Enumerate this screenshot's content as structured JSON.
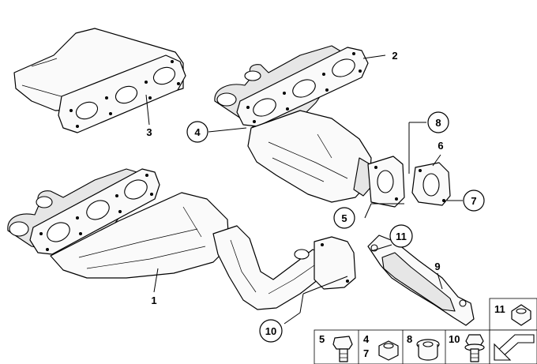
{
  "callouts": [
    {
      "id": "c1",
      "label": "1"
    },
    {
      "id": "c2",
      "label": "2"
    },
    {
      "id": "c3",
      "label": "3"
    },
    {
      "id": "c4",
      "label": "4"
    },
    {
      "id": "c5",
      "label": "5"
    },
    {
      "id": "c6",
      "label": "6"
    },
    {
      "id": "c7",
      "label": "7"
    },
    {
      "id": "c8",
      "label": "8"
    },
    {
      "id": "c9",
      "label": "9"
    },
    {
      "id": "c10",
      "label": "10"
    },
    {
      "id": "c11",
      "label": "11"
    }
  ],
  "hardware_table": {
    "cells": [
      {
        "label": "5"
      },
      {
        "label": "4",
        "label2": "7"
      },
      {
        "label": "8"
      },
      {
        "label": "10"
      }
    ],
    "nut_cell": {
      "label": "11"
    }
  },
  "icons": [
    "exhaust-manifold-icon",
    "heat-shield-icon",
    "gasket-icon",
    "bolt-icon",
    "nut-icon",
    "washer-icon",
    "direction-arrow-icon"
  ]
}
